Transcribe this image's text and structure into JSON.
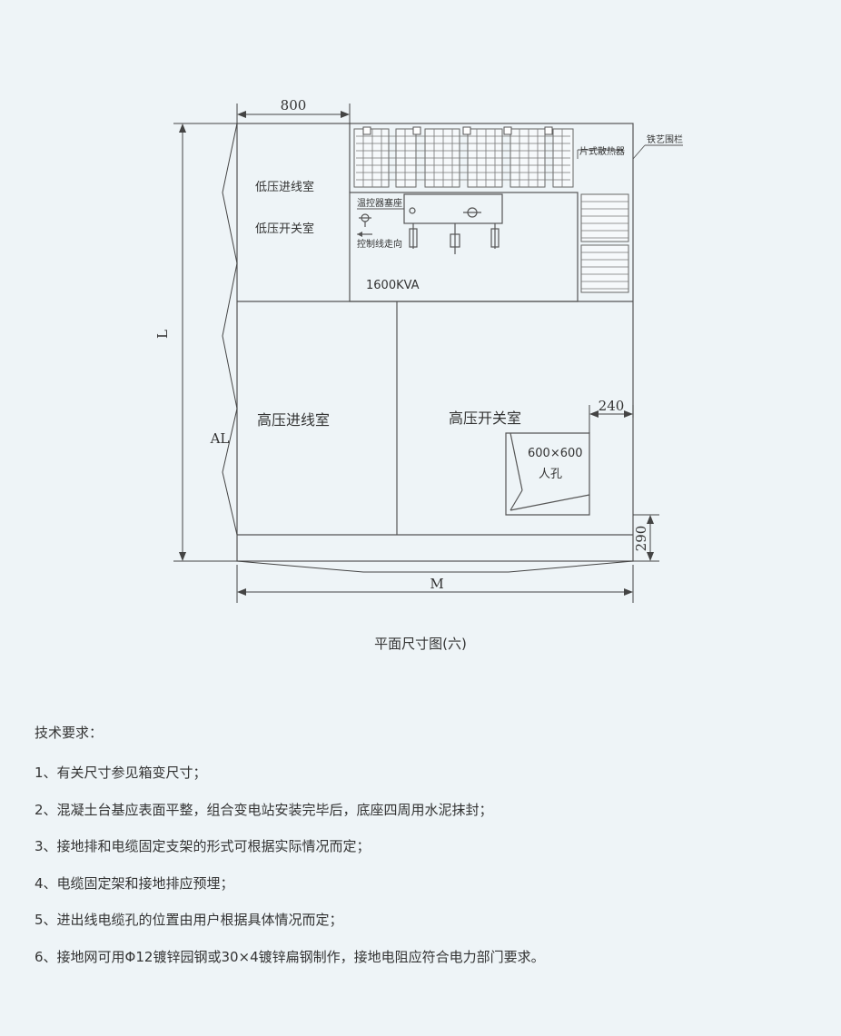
{
  "drawing": {
    "dim_800": "800",
    "dim_240": "240",
    "dim_290": "290",
    "dim_L": "L",
    "dim_AL": "AL",
    "dim_M": "M",
    "lv_incoming_room": "低压进线室",
    "lv_switch_room": "低压开关室",
    "hv_incoming_room": "高压进线室",
    "hv_switch_room": "高压开关室",
    "transformer_rating": "1600KVA",
    "temp_controller": "温控器塞座",
    "control_wire": "控制线走向",
    "radiator": "片式散热器",
    "fence": "铁艺围栏",
    "manhole_size": "600×600",
    "manhole": "人孔"
  },
  "caption": "平面尺寸图(六)",
  "notes": {
    "title": "技术要求：",
    "items": [
      "1、有关尺寸参见箱变尺寸；",
      "2、混凝土台基应表面平整，组合变电站安装完毕后，底座四周用水泥抹封；",
      "3、接地排和电缆固定支架的形式可根据实际情况而定；",
      "4、电缆固定架和接地排应预埋；",
      "5、进出线电缆孔的位置由用户根据具体情况而定；",
      "6、接地网可用Φ12镀锌园钢或30×4镀锌扁钢制作，接地电阻应符合电力部门要求。"
    ]
  },
  "colors": {
    "background": "#eef4f7",
    "line": "#555555",
    "text": "#333333"
  }
}
